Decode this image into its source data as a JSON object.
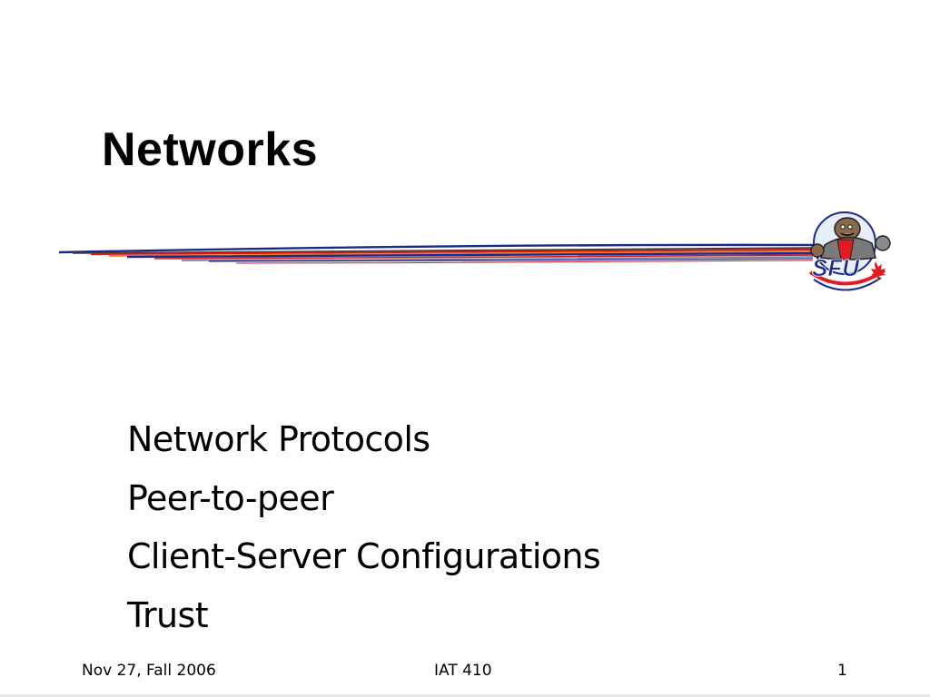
{
  "slide": {
    "title": "Networks",
    "bullets": [
      "Network Protocols",
      "Peer-to-peer",
      "Client-Server Configurations",
      "Trust"
    ],
    "logo_text": "SFU",
    "footer": {
      "date": "Nov 27, Fall 2006",
      "course": "IAT 410",
      "page": "1"
    }
  },
  "colors": {
    "swoosh_blue": "#1a2a8c",
    "swoosh_red": "#d11a1a",
    "swoosh_orange": "#e0862a",
    "logo_red": "#e21b23"
  }
}
